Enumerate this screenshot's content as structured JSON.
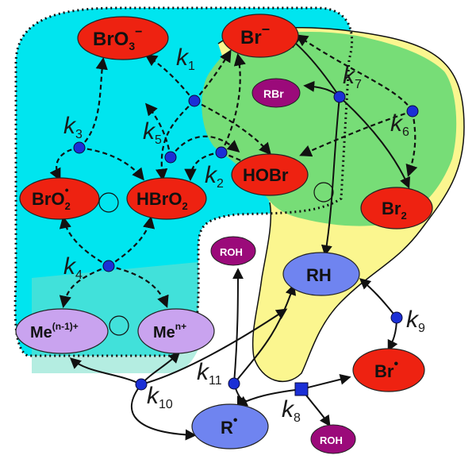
{
  "colors": {
    "cyan_region": "#00e5ef",
    "green_region": "#77dd77",
    "yellow_region": "#fbf68f",
    "red_species": "#ee2211",
    "purple_product": "#9b0a7a",
    "lavender_catalyst": "#c9a3ef",
    "blue_radical": "#6f84f0",
    "node_blue": "#1b2fd6"
  },
  "species": {
    "bro3_main": "BrO",
    "bro3_sub": "3",
    "bro3_sup": "−",
    "br_main": "Br",
    "br_sup": "−",
    "rbr": "RBr",
    "bro2rad_main": "BrO",
    "bro2rad_sub": "2",
    "bro2rad_sup": "•",
    "hbro2_main": "HBrO",
    "hbro2_sub": "2",
    "hobr": "HOBr",
    "br2_main": "Br",
    "br2_sub": "2",
    "roh_top": "ROH",
    "rh": "RH",
    "me_low_main": "Me",
    "me_low_sup": "(n-1)+",
    "me_high_main": "Me",
    "me_high_sup": "n+",
    "brrad_main": "Br",
    "brrad_sup": "•",
    "rrad_main": "R",
    "rrad_sup": "•",
    "roh_bottom": "ROH"
  },
  "rate_constants": {
    "k1": {
      "k": "k",
      "sub": "1"
    },
    "k2": {
      "k": "k",
      "sub": "2"
    },
    "k3": {
      "k": "k",
      "sub": "3"
    },
    "k4": {
      "k": "k",
      "sub": "4"
    },
    "k5": {
      "k": "k",
      "sub": "5"
    },
    "k6": {
      "k": "k",
      "sub": "6"
    },
    "k7": {
      "k": "k",
      "sub": "7"
    },
    "k8": {
      "k": "k",
      "sub": "8"
    },
    "k9": {
      "k": "k",
      "sub": "9"
    },
    "k10": {
      "k": "k",
      "sub": "10"
    },
    "k11": {
      "k": "k",
      "sub": "11"
    }
  },
  "icons": [
    "cycle-icon-left",
    "cycle-icon-middle",
    "cycle-icon-right"
  ]
}
